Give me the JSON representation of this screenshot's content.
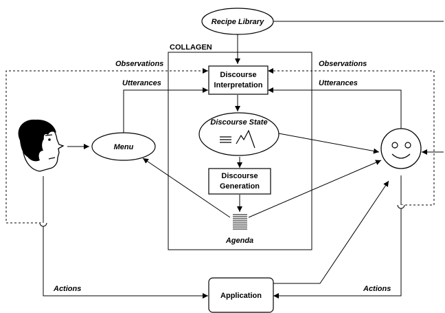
{
  "collagen_label": "COLLAGEN",
  "nodes": {
    "recipe_library": "Recipe Library",
    "discourse_interpretation": [
      "Discourse",
      "Interpretation"
    ],
    "discourse_state": "Discourse State",
    "discourse_generation": [
      "Discourse",
      "Generation"
    ],
    "agenda": "Agenda",
    "menu": "Menu",
    "application": "Application"
  },
  "edge_labels": {
    "observations_left": "Observations",
    "utterances_left": "Utterances",
    "observations_right": "Observations",
    "utterances_right": "Utterances",
    "actions_left": "Actions",
    "actions_right": "Actions"
  }
}
